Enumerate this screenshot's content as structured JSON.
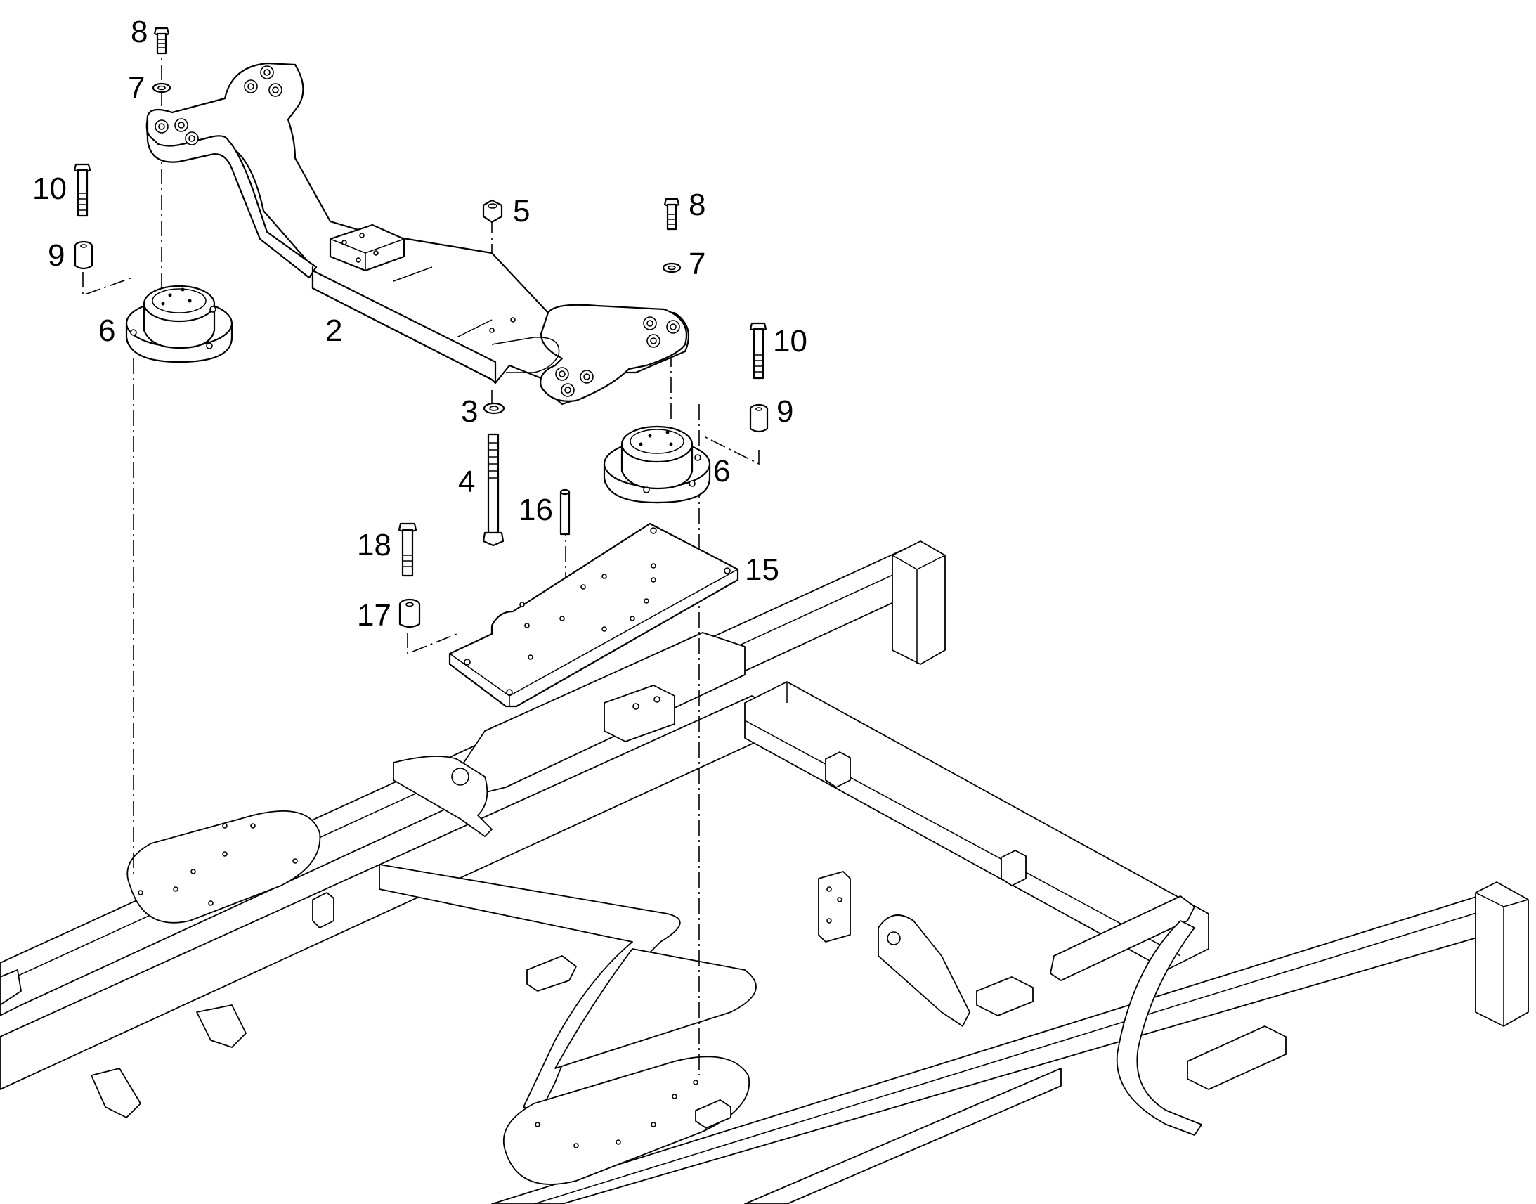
{
  "callouts": [
    {
      "id": "c-8a",
      "text": "8"
    },
    {
      "id": "c-7a",
      "text": "7"
    },
    {
      "id": "c-10a",
      "text": "10"
    },
    {
      "id": "c-9a",
      "text": "9"
    },
    {
      "id": "c-6a",
      "text": "6"
    },
    {
      "id": "c-2",
      "text": "2"
    },
    {
      "id": "c-5",
      "text": "5"
    },
    {
      "id": "c-8b",
      "text": "8"
    },
    {
      "id": "c-7b",
      "text": "7"
    },
    {
      "id": "c-10b",
      "text": "10"
    },
    {
      "id": "c-9b",
      "text": "9"
    },
    {
      "id": "c-3",
      "text": "3"
    },
    {
      "id": "c-6b",
      "text": "6"
    },
    {
      "id": "c-4",
      "text": "4"
    },
    {
      "id": "c-16",
      "text": "16"
    },
    {
      "id": "c-18",
      "text": "18"
    },
    {
      "id": "c-15",
      "text": "15"
    },
    {
      "id": "c-17",
      "text": "17"
    }
  ],
  "colors": {
    "ink": "#000000",
    "paper": "#ffffff"
  }
}
